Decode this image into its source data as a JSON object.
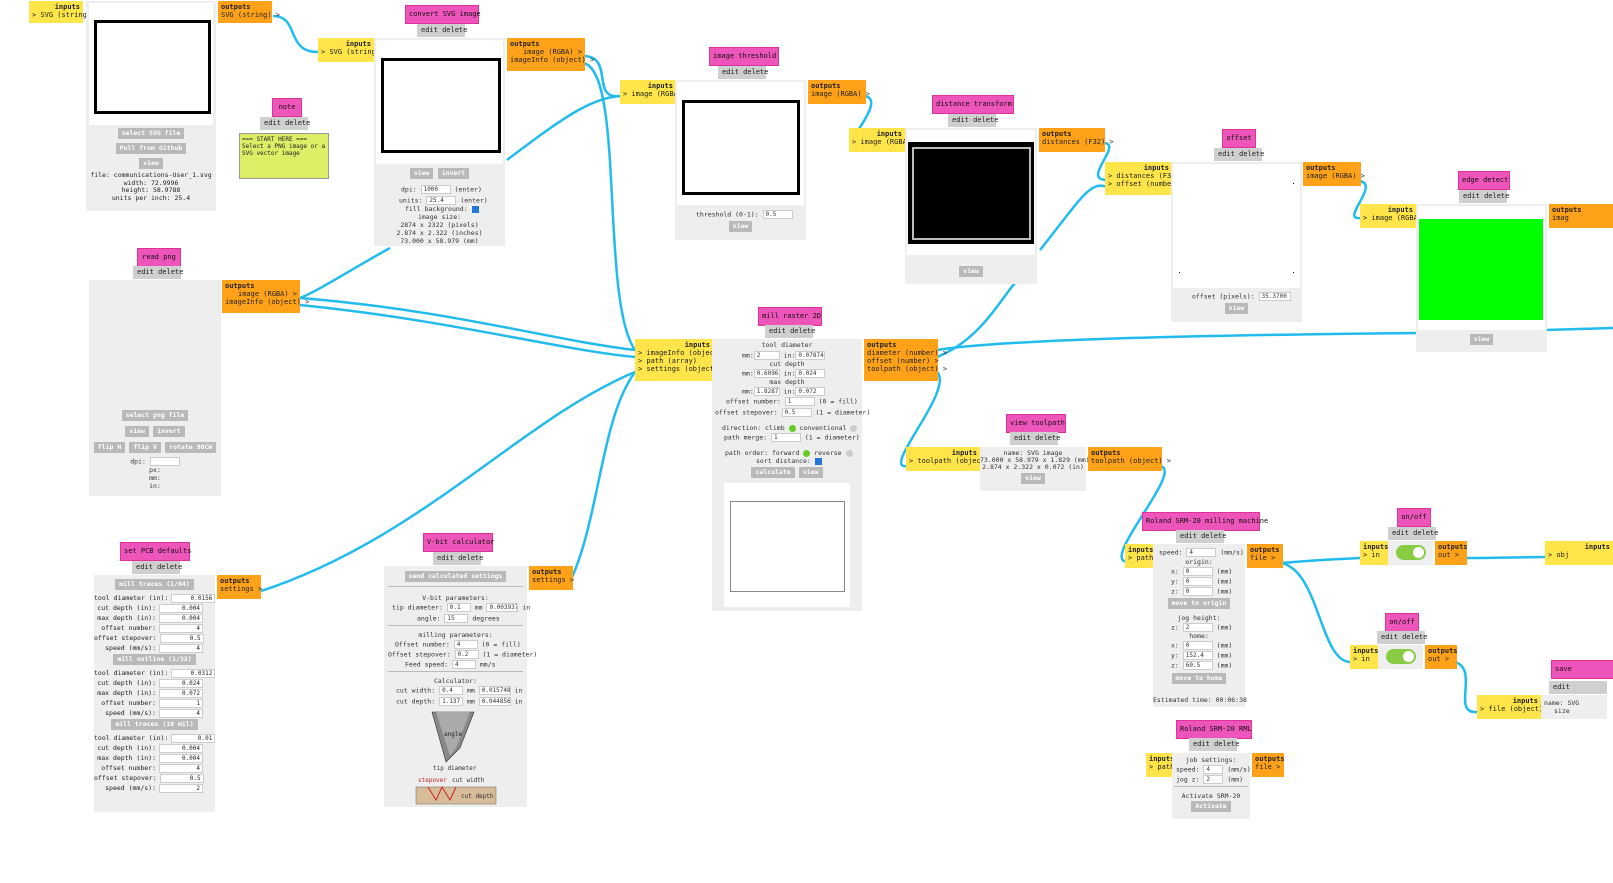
{
  "io": {
    "inputs": "inputs",
    "outputs": "outputs",
    "edit_delete": "edit delete"
  },
  "colors": {
    "wire": "#22bbee",
    "title_bg": "#ee55bb",
    "input_bg": "#ffe54a",
    "output_bg": "#ffa21a",
    "panel_bg": "#eeeeee",
    "toggle": "#88cc44",
    "edge_green": "#00ff00"
  },
  "svg_source": {
    "in_port": "> SVG (string)",
    "out_port": "SVG (string) >",
    "btn_select": "select SVG file",
    "btn_github": "Pull from Github",
    "btn_view": "view",
    "info": [
      "file: communications-User_1.svg",
      "width: 72.9996",
      "height: 58.9788",
      "units per inch: 25.4"
    ]
  },
  "note": {
    "title": "note",
    "text": "=== START HERE ===\nSelect a PNG image or a SVG vector image"
  },
  "convert_svg": {
    "title": "convert SVG image",
    "in_port": "> SVG (string)",
    "out_ports": [
      "image (RGBA) >",
      "imageInfo (object) >"
    ],
    "btn_view": "view",
    "btn_invert": "invert",
    "dpi_label": "dpi:",
    "dpi_value": "1000",
    "dpi_hint": "(enter)",
    "units_label": "units:",
    "units_value": "25.4",
    "units_hint": "(enter)",
    "fill_label": "fill background:",
    "size_lines": [
      "image size:",
      "2874 x 2322 (pixels)",
      "2.874 x 2.322 (inches)",
      "73.000 x 58.979 (mm)"
    ]
  },
  "threshold": {
    "title": "image threshold",
    "in_port": "> image (RGBA)",
    "out_port": "image (RGBA) >",
    "label": "threshold (0-1):",
    "value": "0.5",
    "btn_view": "view"
  },
  "distance": {
    "title": "distance transform",
    "in_port": "> image (RGBA)",
    "out_port": "distances (F32) >",
    "btn_view": "view"
  },
  "offset": {
    "title": "offset",
    "in_ports": [
      "> distances (F32)",
      "> offset (number)"
    ],
    "out_port": "image (RGBA) >",
    "label": "offset (pixels):",
    "value": "35.3700",
    "btn_view": "view"
  },
  "edge": {
    "title": "edge detect",
    "in_port": "> image (RGBA)",
    "out_port": "imag",
    "btn_view": "view"
  },
  "read_png": {
    "title": "read png",
    "out_ports": [
      "image (RGBA) >",
      "imageInfo (object) >"
    ],
    "btn_select": "select png file",
    "btn_view": "view",
    "btn_invert": "invert",
    "btn_flip_h": "flip H",
    "btn_flip_v": "flip V",
    "btn_rotate": "rotate 90CW",
    "dpi_label": "dpi:",
    "px": "px:",
    "mm": "mm:",
    "in": "in:"
  },
  "mill": {
    "title": "mill raster 2D",
    "in_ports": [
      "> imageInfo (object)",
      "> path (array)",
      "> settings (object)"
    ],
    "out_ports": [
      "diameter (number) >",
      "offset (number) >",
      "toolpath (object) >"
    ],
    "tool_diameter": "tool diameter",
    "mm": "mm:",
    "in": "in:",
    "td_mm": "2",
    "td_in": "0.07874",
    "cut_depth": "cut depth",
    "cd_mm": "0.6096",
    "cd_in": "0.024",
    "max_depth": "max depth",
    "md_mm": "1.8287",
    "md_in": "0.072",
    "offset_number": "offset number:",
    "on_value": "1",
    "on_hint": "(0 = fill)",
    "offset_stepover": "offset stepover:",
    "os_value": "0.5",
    "os_hint": "(1 = diameter)",
    "direction": "direction: climb",
    "conventional": "conventional",
    "path_merge": "path merge:",
    "pm_value": "1",
    "pm_hint": "(1 = diameter)",
    "path_order": "path order: forward",
    "reverse": "reverse",
    "sort_distance": "sort distance:",
    "btn_calculate": "calculate",
    "btn_view": "view"
  },
  "view_toolpath": {
    "title": "view toolpath",
    "in_port": "> toolpath (object)",
    "out_port": "toolpath (object) >",
    "lines": [
      "name: SVG image",
      "73.000 x 58.979 x 1.829 (mm)",
      "2.874 x 2.322 x 0.072 (in)"
    ],
    "btn_view": "view"
  },
  "pcb": {
    "title": "set PCB defaults",
    "out_port": "settings >",
    "groups": [
      {
        "btn": "mill traces (1/64)",
        "rows": [
          [
            "tool diameter (in):",
            "0.0156"
          ],
          [
            "cut depth (in):",
            "0.004"
          ],
          [
            "max depth (in):",
            "0.004"
          ],
          [
            "offset number:",
            "4"
          ],
          [
            "offset stepover:",
            "0.5"
          ],
          [
            "speed (mm/s):",
            "4"
          ]
        ]
      },
      {
        "btn": "mill outline (1/32)",
        "rows": [
          [
            "tool diameter (in):",
            "0.0312"
          ],
          [
            "cut depth (in):",
            "0.024"
          ],
          [
            "max depth (in):",
            "0.072"
          ],
          [
            "offset number:",
            "1"
          ],
          [
            "speed (mm/s):",
            "4"
          ]
        ]
      },
      {
        "btn": "mill traces (10 mil)",
        "rows": [
          [
            "tool diameter (in):",
            "0.01"
          ],
          [
            "cut depth (in):",
            "0.004"
          ],
          [
            "max depth (in):",
            "0.004"
          ],
          [
            "offset number:",
            "4"
          ],
          [
            "offset stepover:",
            "0.5"
          ],
          [
            "speed (mm/s):",
            "2"
          ]
        ]
      }
    ]
  },
  "vbit": {
    "title": "V-bit calculator",
    "out_port": "settings >",
    "btn_send": "send calculated settings",
    "vparams": "V-bit parameters:",
    "tip_label": "tip diameter:",
    "tip_mm": "0.1",
    "tip_in": "0.003937",
    "tip_unit": "in",
    "angle_label": "angle:",
    "angle_value": "15",
    "angle_unit": "degrees",
    "milling": "milling parameters:",
    "on_label": "Offset number:",
    "on_value": "4",
    "on_hint": "(0 = fill)",
    "os_label": "Offset stepover:",
    "os_value": "0.2",
    "os_hint": "(1 = diameter)",
    "fs_label": "Feed speed:",
    "fs_value": "4",
    "fs_unit": "mm/s",
    "calculator": "Calculator:",
    "cw_label": "cut width:",
    "cw_mm": "0.4",
    "cw_in": "0.015748",
    "cd_label": "cut depth:",
    "cd_mm": "1.137",
    "cd_in": "0.044856",
    "mm": "mm",
    "in": "in",
    "diagram_angle": "angle",
    "diagram_tip": "tip diameter",
    "diagram_stepover": "stepover",
    "diagram_cutwidth": "cut width",
    "diagram_cutdepth": "cut depth"
  },
  "roland": {
    "title": "Roland SRM-20 milling machine",
    "in_port": "> path",
    "out_port": "file >",
    "speed_label": "speed:",
    "speed_value": "4",
    "speed_unit": "(mm/s)",
    "origin": "origin:",
    "ox": "0",
    "oy": "0",
    "oz": "0",
    "unit_mm": "(mm)",
    "btn_origin": "move to origin",
    "jog": "jog height:",
    "jz": "2",
    "home": "home:",
    "hx": "0",
    "hy": "152.4",
    "hz": "60.5",
    "btn_home": "move to home",
    "estimate": "Estimated time: 00:06:38",
    "x": "x:",
    "y": "y:",
    "z": "z:"
  },
  "roland_rml": {
    "title": "Roland SRM-20 RML",
    "in_port": "> path",
    "out_port": "file >",
    "job": "job settings:",
    "speed_label": "speed:",
    "speed_value": "4",
    "speed_unit": "(mm/s)",
    "jog_label": "jog z:",
    "jog_value": "2",
    "jog_unit": "(mm)",
    "activate": "Activate SRM-20",
    "btn_activate": "Activate"
  },
  "onoff1": {
    "title": "on/off",
    "in_port": "> in",
    "out_port": "out >"
  },
  "onoff2": {
    "title": "on/off",
    "in_port": "> in",
    "out_port": "out >"
  },
  "right_edge": {
    "in_port": "> obj",
    "save_title": "save",
    "save_edit": "edit",
    "save_in": "> file (object)",
    "save_text": "name: SVG",
    "save_text2": "size"
  }
}
